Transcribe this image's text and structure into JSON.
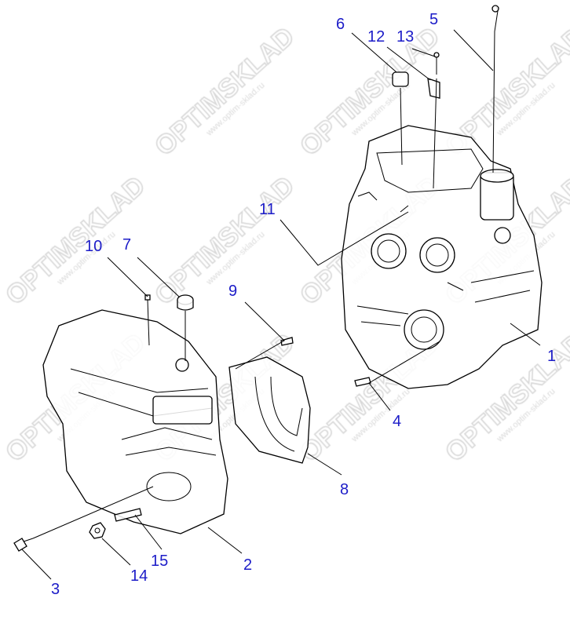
{
  "diagram": {
    "type": "exploded parts diagram",
    "callouts": [
      "1",
      "2",
      "3",
      "4",
      "5",
      "6",
      "7",
      "8",
      "9",
      "10",
      "11",
      "12",
      "13",
      "14",
      "15"
    ],
    "label_color": "#1c1cc8"
  },
  "watermark": {
    "brand": "OPTIMSKLAD",
    "url": "www.optim-sklad.ru"
  }
}
